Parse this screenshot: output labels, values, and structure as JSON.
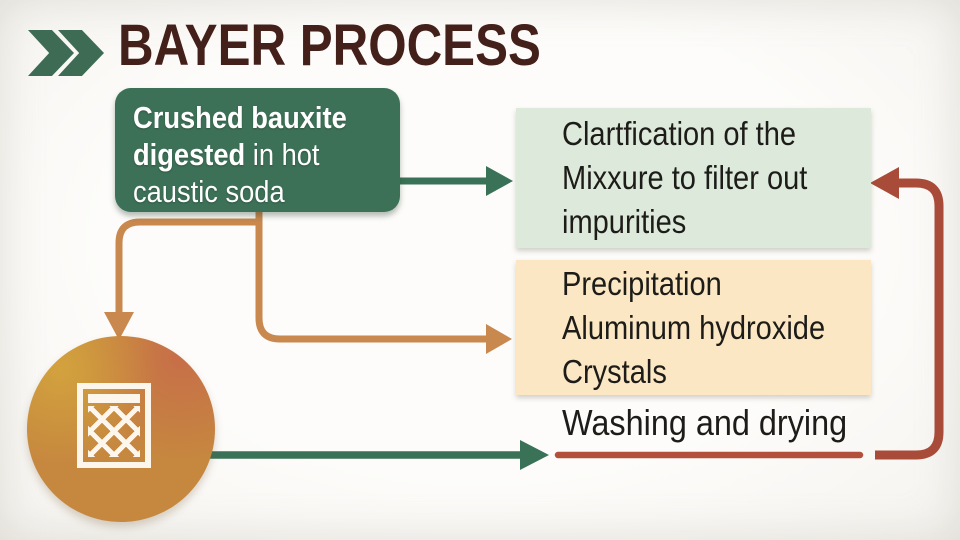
{
  "title": {
    "text": "BAYER PROCESS"
  },
  "steps": {
    "digestion": {
      "line1": "Crushed bauxite",
      "line2_bold": "digested",
      "line2_rest": " in hot",
      "line3": "caustic soda"
    },
    "clarification": {
      "line1": "Clartfication of the",
      "line2": "Mixxure to filter out",
      "line3": "impurities"
    },
    "precipitation": {
      "line1": "Precipitation",
      "line2": "Aluminum hydroxide",
      "line3": "Crystals"
    },
    "washing": {
      "label": "Washing and drying"
    }
  },
  "icons": {
    "header_chevrons": "double-chevron-right-icon",
    "circle_icon": "mesh-filter-icon"
  },
  "colors": {
    "title_text": "#44201b",
    "chevron_green": "#3e6b53",
    "digestion_box": "#3d7157",
    "digestion_text": "#ffffff",
    "clarification_box": "#dde9da",
    "precipitation_box": "#fbe7c3",
    "body_text": "#1d1c19",
    "arrow_green": "#3a7258",
    "arrow_orange": "#c8884e",
    "arrow_red": "#a84b38",
    "underline_red": "#b3503c",
    "circle_orange": "#c6873f",
    "icon_white": "#fdf6ec"
  }
}
